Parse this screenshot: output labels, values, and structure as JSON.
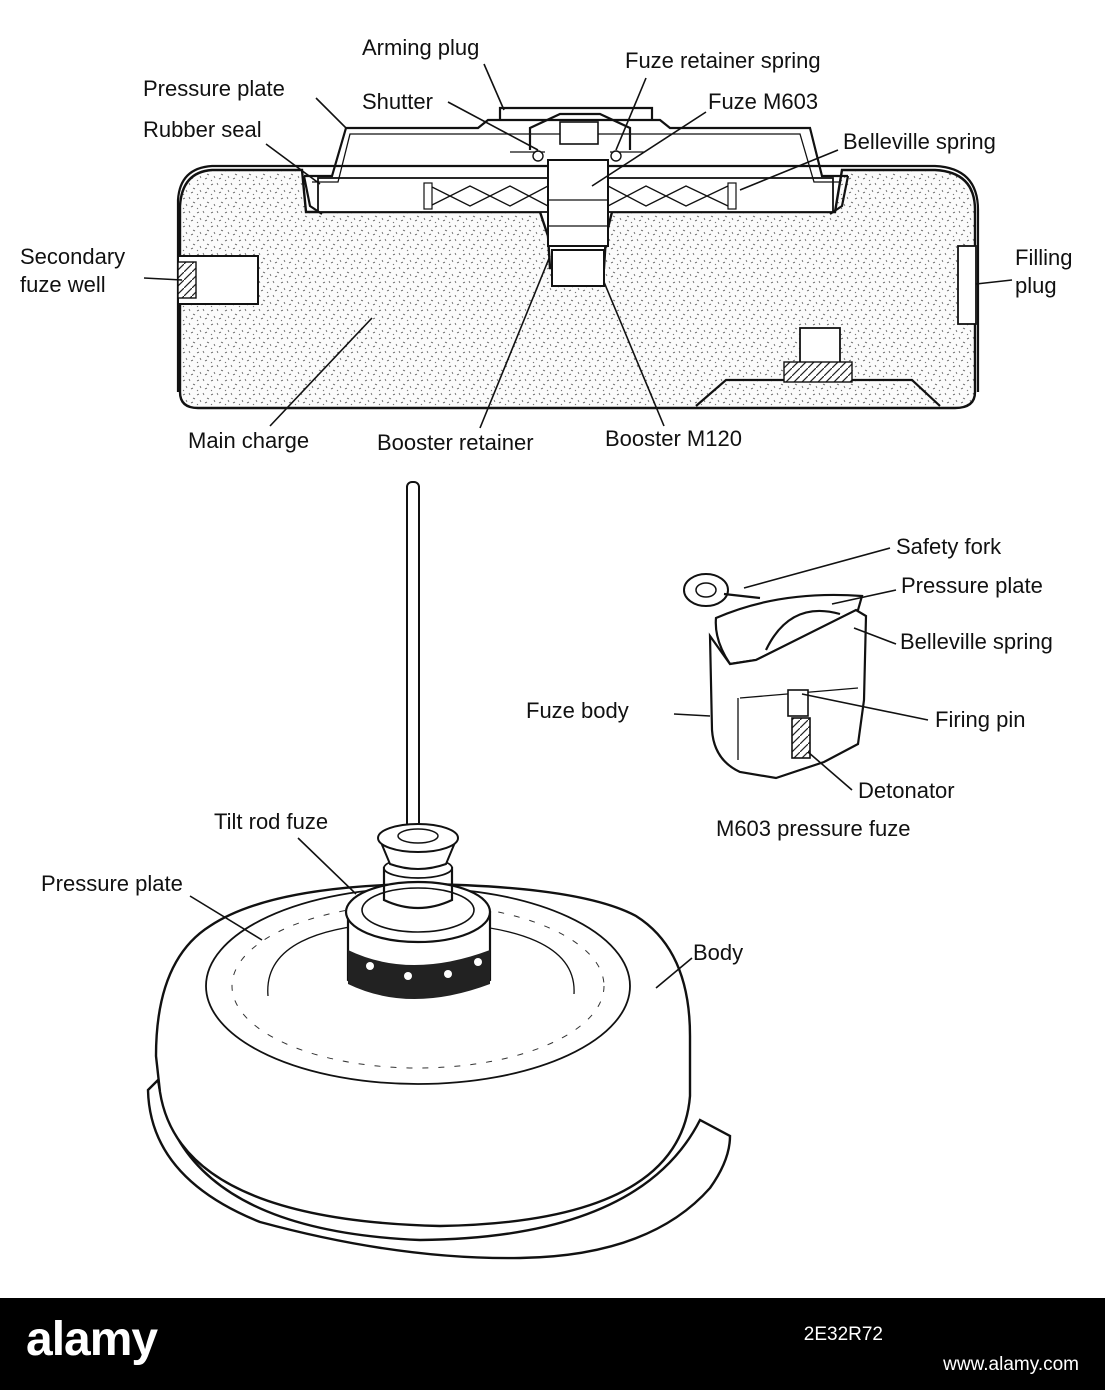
{
  "top_section": {
    "labels": {
      "arming_plug": "Arming plug",
      "fuze_retainer_spring": "Fuze retainer spring",
      "pressure_plate": "Pressure plate",
      "shutter": "Shutter",
      "fuze_m603": "Fuze M603",
      "rubber_seal": "Rubber seal",
      "belleville_spring": "Belleville spring",
      "secondary_fuze_well_1": "Secondary",
      "secondary_fuze_well_2": "fuze well",
      "filling_plug_1": "Filling",
      "filling_plug_2": "plug",
      "main_charge": "Main charge",
      "booster_retainer": "Booster retainer",
      "booster_m120": "Booster M120"
    }
  },
  "fuze_detail": {
    "labels": {
      "safety_fork": "Safety fork",
      "pressure_plate": "Pressure plate",
      "belleville_spring": "Belleville spring",
      "fuze_body": "Fuze body",
      "firing_pin": "Firing pin",
      "detonator": "Detonator"
    },
    "caption": "M603 pressure fuze"
  },
  "bottom_section": {
    "labels": {
      "tilt_rod_fuze": "Tilt rod fuze",
      "pressure_plate": "Pressure plate",
      "body": "Body"
    }
  },
  "footer": {
    "logo": "alamy",
    "image_id": "2E32R72",
    "site": "www.alamy.com",
    "colors": {
      "background": "#000000",
      "text": "#ffffff"
    }
  }
}
